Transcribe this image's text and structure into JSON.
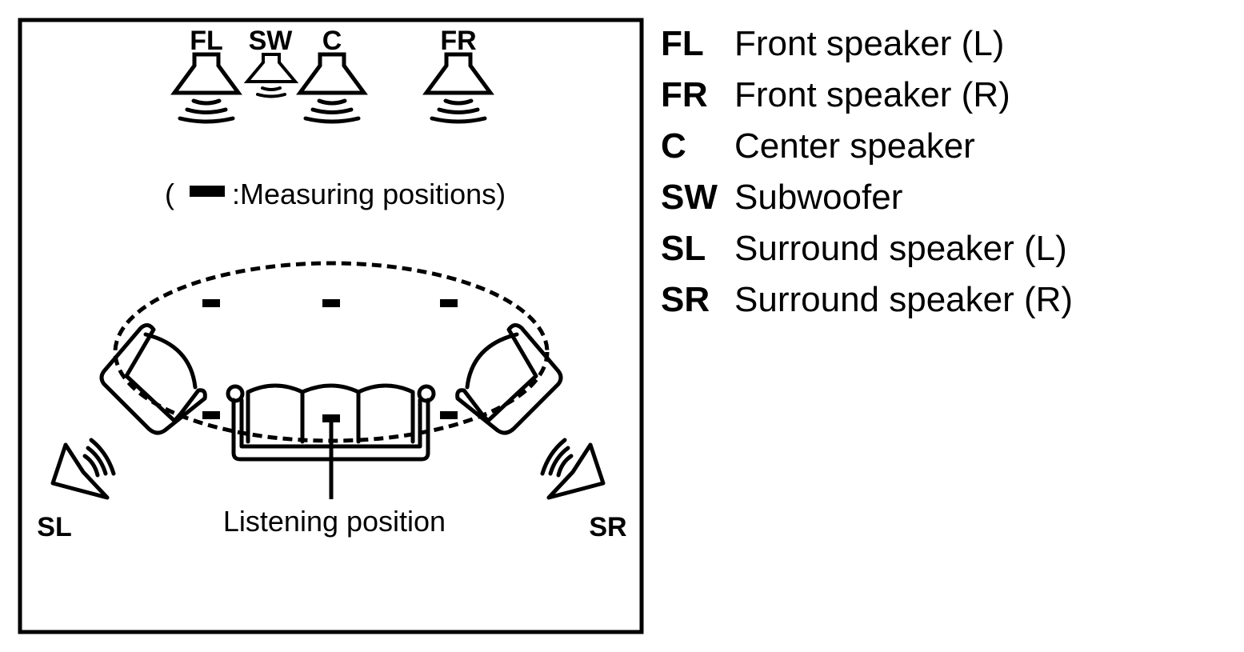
{
  "diagram": {
    "speakers": {
      "fl": "FL",
      "sw": "SW",
      "c": "C",
      "fr": "FR",
      "sl": "SL",
      "sr": "SR"
    },
    "measuring_note_open": "(",
    "measuring_note_text": ":Measuring positions)",
    "listening_label": "Listening position"
  },
  "legend": [
    {
      "code": "FL",
      "description": "Front speaker (L)"
    },
    {
      "code": "FR",
      "description": "Front speaker (R)"
    },
    {
      "code": "C",
      "description": "Center speaker"
    },
    {
      "code": "SW",
      "description": "Subwoofer"
    },
    {
      "code": "SL",
      "description": "Surround speaker (L)"
    },
    {
      "code": "SR",
      "description": "Surround speaker (R)"
    }
  ]
}
